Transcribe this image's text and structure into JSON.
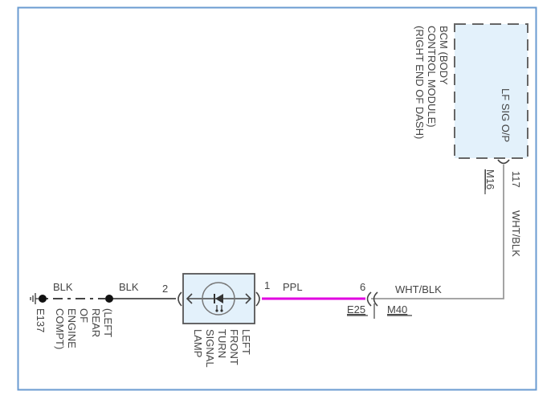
{
  "colors": {
    "frame": "#6a9bd1",
    "component_fill": "#e3f1fb",
    "wire_black": "#444444",
    "wire_white_black": "#9a9a9a",
    "wire_purple": "#e000e0",
    "text": "#444444"
  },
  "components": {
    "bcm": {
      "name_lines": [
        "BCM (BODY",
        "CONTROL MODULE)",
        "(RIGHT END OF DASH)"
      ],
      "pin_function": "LF SIG O/P",
      "pin": "117",
      "connector": "M16"
    },
    "lamp": {
      "name_lines": [
        "LEFT",
        "FRONT",
        "TURN",
        "SIGNAL",
        "LAMP"
      ],
      "pin_left": "2",
      "pin_right": "1"
    },
    "inline_connector": {
      "pin": "6",
      "connector_left": "E25",
      "connector_right": "M40"
    },
    "ground": {
      "id": "E137",
      "location_lines": [
        "(LEFT",
        "REAR",
        "OF",
        "ENGINE",
        "COMPT)"
      ]
    }
  },
  "wires": {
    "bcm_vertical": "WHT/BLK",
    "bcm_horizontal": "WHT/BLK",
    "lamp_to_connector": "PPL",
    "lamp_to_splice": "BLK",
    "splice_to_ground": "BLK"
  }
}
